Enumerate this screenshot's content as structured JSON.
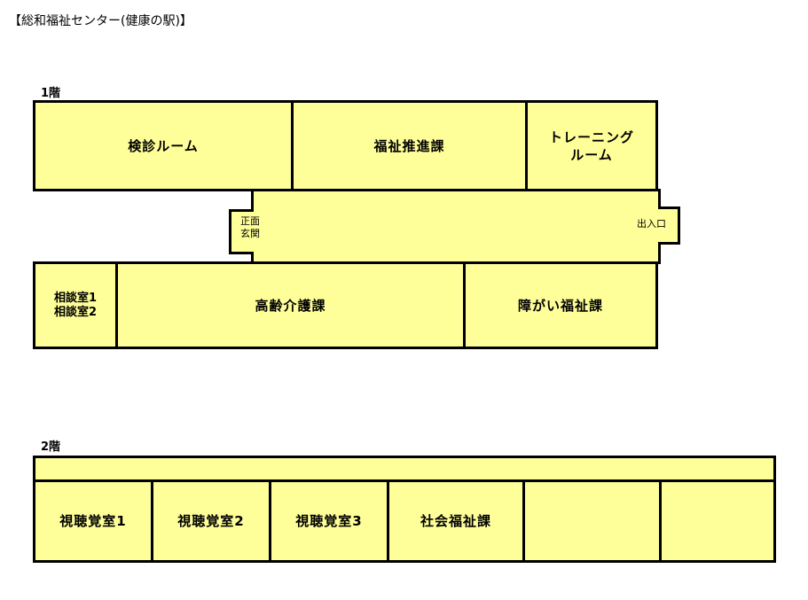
{
  "page": {
    "title": "【総和福祉センター(健康の駅)】",
    "background_color": "#ffffff",
    "room_fill_color": "#ffff99",
    "wall_color": "#000000"
  },
  "floors": [
    {
      "id": "floor-1",
      "label": "1階",
      "top_row": [
        {
          "id": "kenshin-room",
          "label": "検診ルーム"
        },
        {
          "id": "fukushi-suishin-ka",
          "label": "福祉推進課"
        },
        {
          "id": "training-room",
          "label": "トレーニング\nルーム"
        }
      ],
      "corridor": {
        "front_entrance": "正面\n玄関",
        "exit": "出入口"
      },
      "bottom_row": [
        {
          "id": "soudan-shitsu",
          "label": "相談室1\n相談室2"
        },
        {
          "id": "korei-kaigo-ka",
          "label": "高齢介護課"
        },
        {
          "id": "shogai-fukushi-ka",
          "label": "障がい福祉課"
        }
      ]
    },
    {
      "id": "floor-2",
      "label": "2階",
      "rooms": [
        {
          "id": "shichokaku-shitsu-1",
          "label": "視聴覚室1"
        },
        {
          "id": "shichokaku-shitsu-2",
          "label": "視聴覚室2"
        },
        {
          "id": "shichokaku-shitsu-3",
          "label": "視聴覚室3"
        },
        {
          "id": "shakai-fukushi-ka",
          "label": "社会福祉課"
        },
        {
          "id": "unlabeled-room-1",
          "label": ""
        },
        {
          "id": "unlabeled-room-2",
          "label": ""
        }
      ]
    }
  ]
}
